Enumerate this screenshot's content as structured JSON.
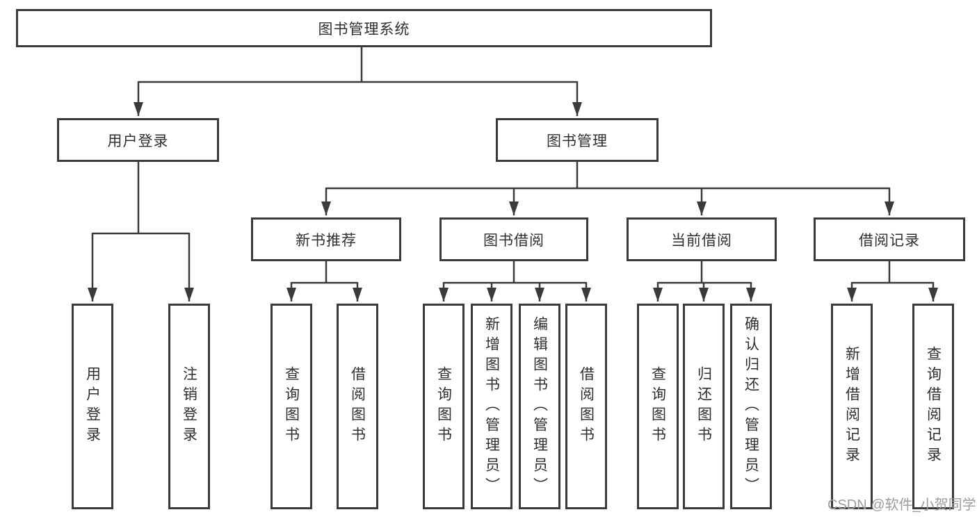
{
  "diagram_type": "functional-structure-tree",
  "colors": {
    "background": "#ffffff",
    "box_border": "#3a3a3a",
    "connector_line": "#3a3a3a",
    "text": "#2f2f2f",
    "watermark": "#9c9c9c"
  },
  "nodes": {
    "root": {
      "label": "图书管理系统"
    },
    "user_login_module": {
      "label": "用户登录"
    },
    "book_management": {
      "label": "图书管理"
    },
    "new_book_recommend": {
      "label": "新书推荐"
    },
    "book_borrow": {
      "label": "图书借阅"
    },
    "current_borrow": {
      "label": "当前借阅"
    },
    "borrow_records": {
      "label": "借阅记录"
    },
    "leaf_user_login": {
      "label": "用户登录"
    },
    "leaf_logout": {
      "label": "注销登录"
    },
    "leaf_query_book_recommend": {
      "label": "查询图书"
    },
    "leaf_borrow_book_recommend": {
      "label": "借阅图书"
    },
    "leaf_query_book_borrow": {
      "label": "查询图书"
    },
    "leaf_add_book_admin": {
      "label": "新增图书（管理员）"
    },
    "leaf_edit_book_admin": {
      "label": "编辑图书（管理员）"
    },
    "leaf_borrow_book_borrow": {
      "label": "借阅图书"
    },
    "leaf_query_book_current": {
      "label": "查询图书"
    },
    "leaf_return_book": {
      "label": "归还图书"
    },
    "leaf_confirm_return_admin": {
      "label": "确认归还（管理员）"
    },
    "leaf_add_borrow_record": {
      "label": "新增借阅记录"
    },
    "leaf_query_borrow_record": {
      "label": "查询借阅记录"
    }
  },
  "hierarchy": {
    "图书管理系统": {
      "用户登录": [
        "用户登录",
        "注销登录"
      ],
      "图书管理": {
        "新书推荐": [
          "查询图书",
          "借阅图书"
        ],
        "图书借阅": [
          "查询图书",
          "新增图书（管理员）",
          "编辑图书（管理员）",
          "借阅图书"
        ],
        "当前借阅": [
          "查询图书",
          "归还图书",
          "确认归还（管理员）"
        ],
        "借阅记录": [
          "新增借阅记录",
          "查询借阅记录"
        ]
      }
    }
  },
  "watermark": {
    "text": "CSDN @软件_小贺同学"
  }
}
